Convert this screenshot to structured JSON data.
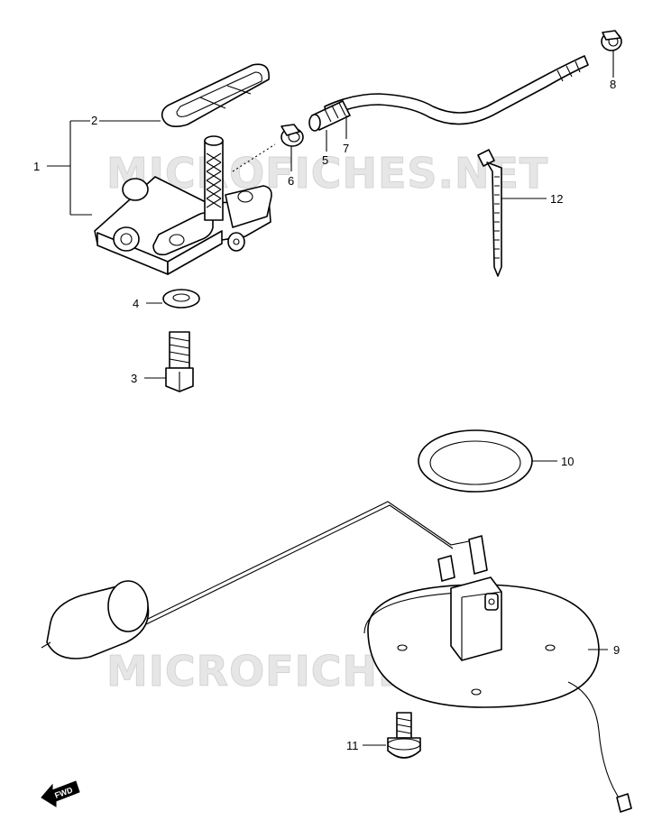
{
  "watermarks": [
    "MICROFICHES.NET",
    "MICROFICHES.NET"
  ],
  "callouts": [
    "1",
    "2",
    "3",
    "4",
    "5",
    "6",
    "7",
    "8",
    "9",
    "10",
    "11",
    "12"
  ],
  "fwd_label": "FWD",
  "colors": {
    "ink": "#000000",
    "watermark": "#e6e6e6",
    "background": "#ffffff"
  }
}
